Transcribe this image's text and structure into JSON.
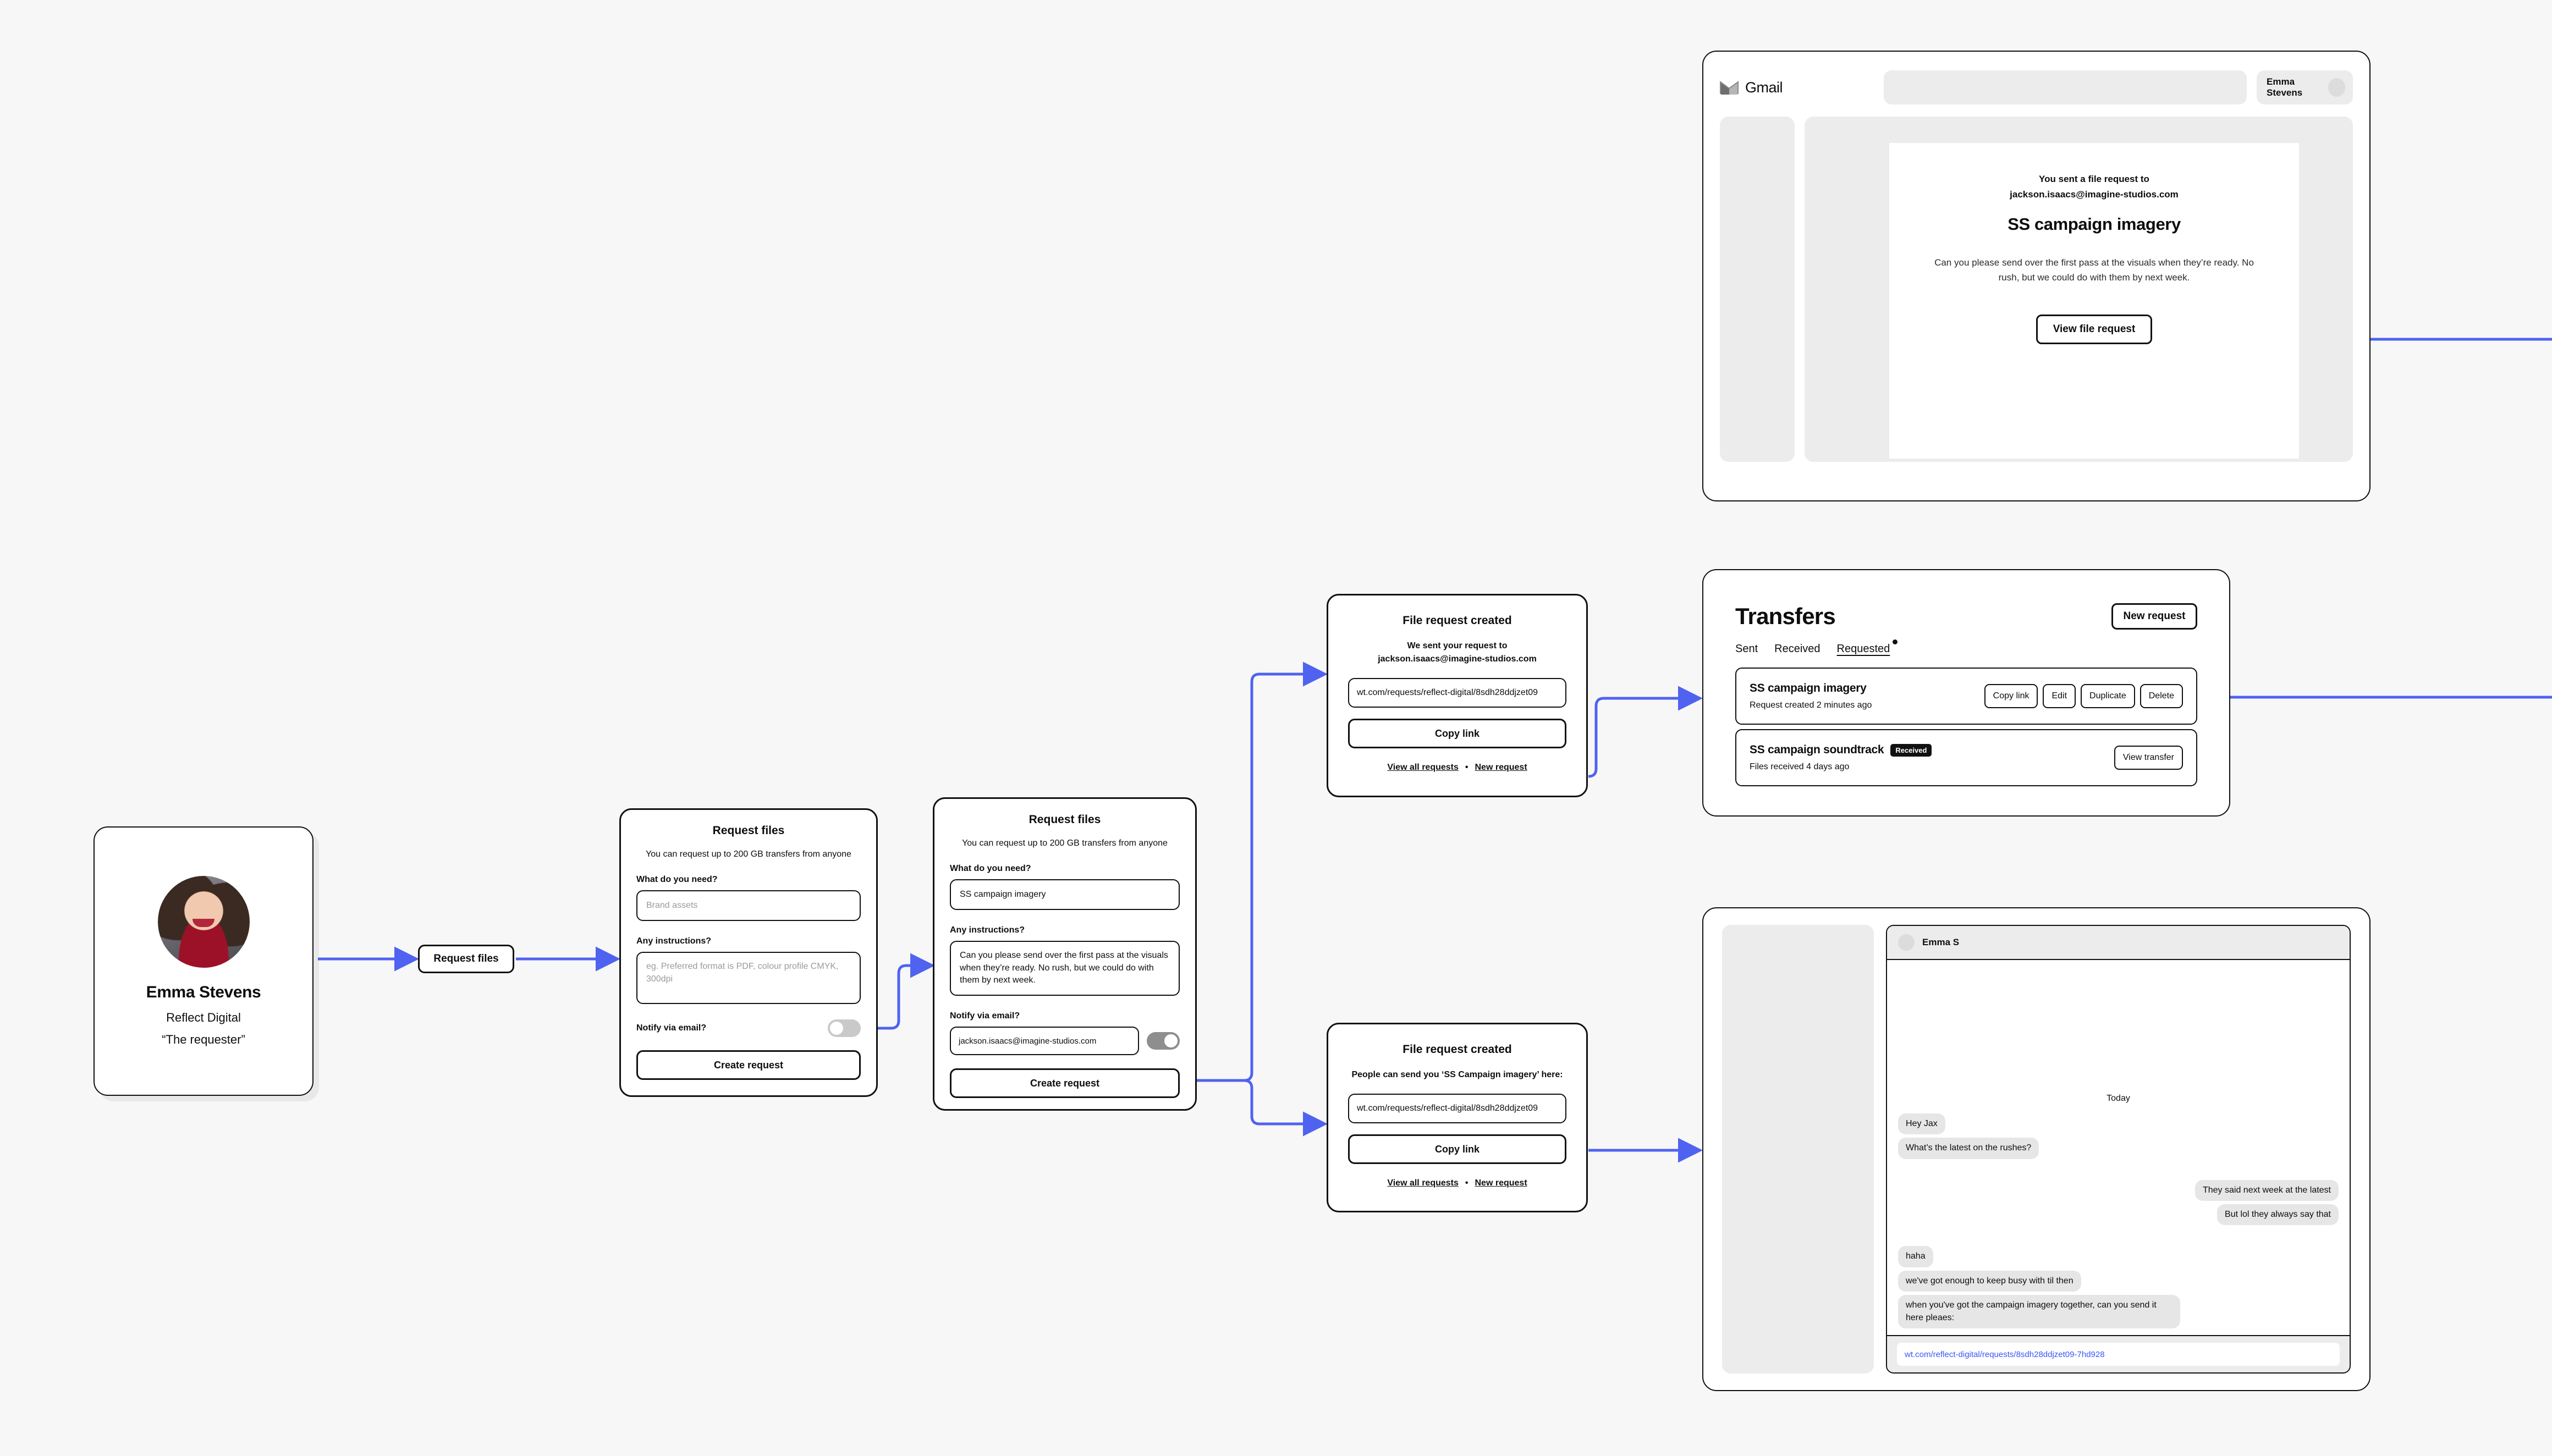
{
  "persona": {
    "name": "Emma Stevens",
    "org": "Reflect Digital",
    "role": "“The requester”",
    "avatar_icon": "user-photo-avatar"
  },
  "entry": {
    "request_files_label": "Request files"
  },
  "request_form_empty": {
    "title": "Request files",
    "subtitle": "You can request up to 200 GB transfers from anyone",
    "need_label": "What do you need?",
    "need_placeholder": "Brand assets",
    "instructions_label": "Any instructions?",
    "instructions_placeholder": "eg. Preferred format is PDF, colour profile CMYK, 300dpi",
    "notify_label": "Notify via email?",
    "toggle_state": "off",
    "submit_label": "Create request"
  },
  "request_form_filled": {
    "title": "Request files",
    "subtitle": "You can request up to 200 GB transfers from anyone",
    "need_label": "What do you need?",
    "need_value": "SS campaign imagery",
    "instructions_label": "Any instructions?",
    "instructions_value": "Can you please send over the first pass at the visuals when they’re ready. No rush, but we could do with them by next week.",
    "notify_label": "Notify via email?",
    "email_value": "jackson.isaacs@imagine-studios.com",
    "toggle_state": "on",
    "submit_label": "Create request"
  },
  "created_top": {
    "title": "File request created",
    "subtitle_line1": "We sent your request to",
    "subtitle_line2": "jackson.isaacs@imagine-studios.com",
    "link": "wt.com/requests/reflect-digital/8sdh28ddjzet09",
    "copy_label": "Copy link",
    "view_all_label": "View all requests",
    "separator": "•",
    "new_request_label": "New request"
  },
  "created_bottom": {
    "title": "File request created",
    "subtitle": "People can send you ‘SS Campaign imagery’ here:",
    "link": "wt.com/requests/reflect-digital/8sdh28ddjzet09",
    "copy_label": "Copy link",
    "view_all_label": "View all requests",
    "separator": "•",
    "new_request_label": "New request"
  },
  "gmail": {
    "brand": "Gmail",
    "logo_icon": "gmail-m-icon",
    "account_name": "Emma Stevens",
    "avatar_icon": "account-avatar",
    "search_placeholder": "",
    "email": {
      "to_line1": "You sent a file request to",
      "to_line2": "jackson.isaacs@imagine-studios.com",
      "heading": "SS campaign imagery",
      "body": "Can you please send over the first pass at the visuals when they’re ready. No rush, but we could do with them by next week.",
      "cta_label": "View file request"
    }
  },
  "transfers": {
    "title": "Transfers",
    "new_request_label": "New request",
    "tabs": [
      {
        "label": "Sent",
        "active": false,
        "dot": false
      },
      {
        "label": "Received",
        "active": false,
        "dot": false
      },
      {
        "label": "Requested",
        "active": true,
        "dot": true
      }
    ],
    "rows": [
      {
        "title": "SS campaign imagery",
        "badge": "",
        "meta": "Request created 2 minutes ago",
        "actions": [
          "Copy link",
          "Edit",
          "Duplicate",
          "Delete"
        ]
      },
      {
        "title": "SS campaign soundtrack",
        "badge": "Received",
        "meta": "Files received 4 days ago",
        "actions": [
          "View transfer"
        ]
      }
    ]
  },
  "chat": {
    "header_name": "Emma S",
    "avatar_icon": "chat-avatar",
    "day_divider": "Today",
    "messages": [
      {
        "text": "Hey Jax",
        "from": "them"
      },
      {
        "text": "What’s the latest on the rushes?",
        "from": "them"
      },
      {
        "text": "They said next week at the latest",
        "from": "me"
      },
      {
        "text": "But lol they always say that",
        "from": "me"
      },
      {
        "text": "haha",
        "from": "them"
      },
      {
        "text": "we've got enough to keep busy with til then",
        "from": "them"
      },
      {
        "text": "when you've got the campaign imagery together, can you send it here pleaes:",
        "from": "them"
      }
    ],
    "compose_value": "wt.com/reflect-digital/requests/8sdh28ddjzet09-7hd928"
  },
  "colors": {
    "background": "#f7f7f7",
    "ink": "#111111",
    "connector": "#4f63f0",
    "placeholder_grey": "#ececec",
    "bubble_grey": "#e6e6e6",
    "badge_bg": "#111111"
  }
}
